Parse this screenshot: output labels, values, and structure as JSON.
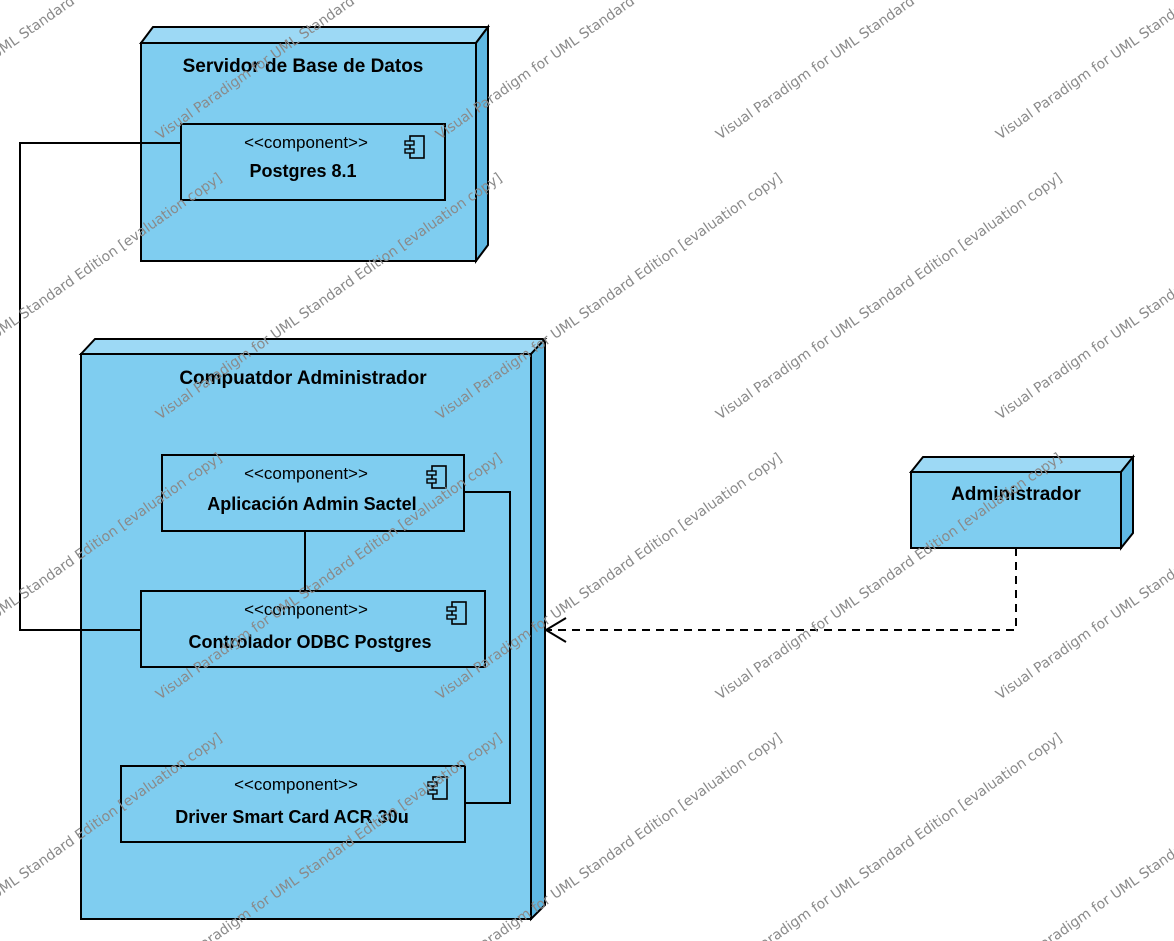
{
  "diagram": {
    "watermark": "Visual Paradigm for UML Standard Edition [evaluation copy]",
    "nodes": [
      {
        "id": "servidor",
        "title": "Servidor de Base de Datos",
        "components": [
          {
            "stereotype": "<<component>>",
            "name": "Postgres 8.1"
          }
        ]
      },
      {
        "id": "computador",
        "title": "Compuatdor Administrador",
        "components": [
          {
            "stereotype": "<<component>>",
            "name": "Aplicación Admin Sactel"
          },
          {
            "stereotype": "<<component>>",
            "name": "Controlador ODBC Postgres"
          },
          {
            "stereotype": "<<component>>",
            "name": "Driver Smart Card ACR 30u"
          }
        ]
      },
      {
        "id": "admin",
        "title": "Administrador",
        "components": []
      }
    ],
    "connections": [
      {
        "from": "Postgres 8.1",
        "to": "Controlador ODBC Postgres",
        "style": "solid"
      },
      {
        "from": "Aplicación Admin Sactel",
        "to": "Controlador ODBC Postgres",
        "style": "solid"
      },
      {
        "from": "Aplicación Admin Sactel",
        "to": "Driver Smart Card ACR 30u",
        "style": "solid"
      },
      {
        "from": "Administrador",
        "to": "Compuatdor Administrador",
        "style": "dashed-dependency"
      }
    ]
  }
}
